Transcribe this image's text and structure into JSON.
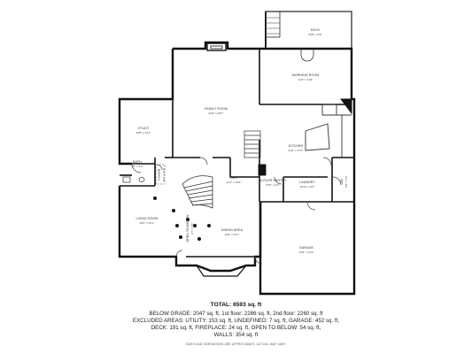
{
  "rooms": {
    "deck": {
      "name": "DECK",
      "dims": "20'6\" x 9'6\""
    },
    "morning_room": {
      "name": "MORNING ROOM",
      "dims": "21'6\" x 11'9\""
    },
    "family_room": {
      "name": "FAMILY ROOM",
      "dims": "22'0\" x 25'7\""
    },
    "study": {
      "name": "STUDY",
      "dims": "10'8\" x 14'1\""
    },
    "kitchen": {
      "name": "KITCHEN",
      "dims": "21'6\" x 17'0\""
    },
    "bath": {
      "name": "BATH",
      "dims": "7'5\" x 6'4\""
    },
    "hall": {
      "name": "HALL",
      "dims": "11'3\" x 10'2\""
    },
    "butler_pantry": {
      "name": "BUTLER PANTRY",
      "dims": "5'10\" x 6'4\""
    },
    "laundry": {
      "name": "LAUNDRY",
      "dims": "10'11\" x 6'5\""
    },
    "lav": {
      "name": "LAV",
      "dims": "5'3\" x 4'5\""
    },
    "foyer": {
      "name": "FOYER",
      "dims": "8'0\" x 11'3\""
    },
    "living_room": {
      "name": "LIVING ROOM",
      "dims": "15'6\" x 15'1\""
    },
    "open_to_below": {
      "name": "OPEN TO BELOW",
      "dims": "9'7\" x 7'1\""
    },
    "dining_area": {
      "name": "DINING AREA",
      "dims": "13'9\" x 21'7\""
    },
    "garage": {
      "name": "GARAGE",
      "dims": "21'9\" x 21'3\""
    }
  },
  "summary": {
    "total": "TOTAL: 6593 sq. ft",
    "line1": "BELOW GRADE: 2047 sq. ft, 1st floor: 2286 sq. ft, 2nd floor: 2260 sq. ft",
    "line2": "EXCLUDED AREAS: UTILITY: 153 sq. ft, UNDEFINED: 7 sq. ft, GARAGE: 452 sq. ft,",
    "line3": "DECK: 191 sq. ft, FIREPLACE: 24 sq. ft, OPEN TO BELOW: 54 sq. ft,",
    "line4": "WALLS: 354 sq. ft",
    "disclaimer": "SIZES AND DIMENSIONS ARE APPROXIMATE, ACTUAL MAY VARY."
  }
}
